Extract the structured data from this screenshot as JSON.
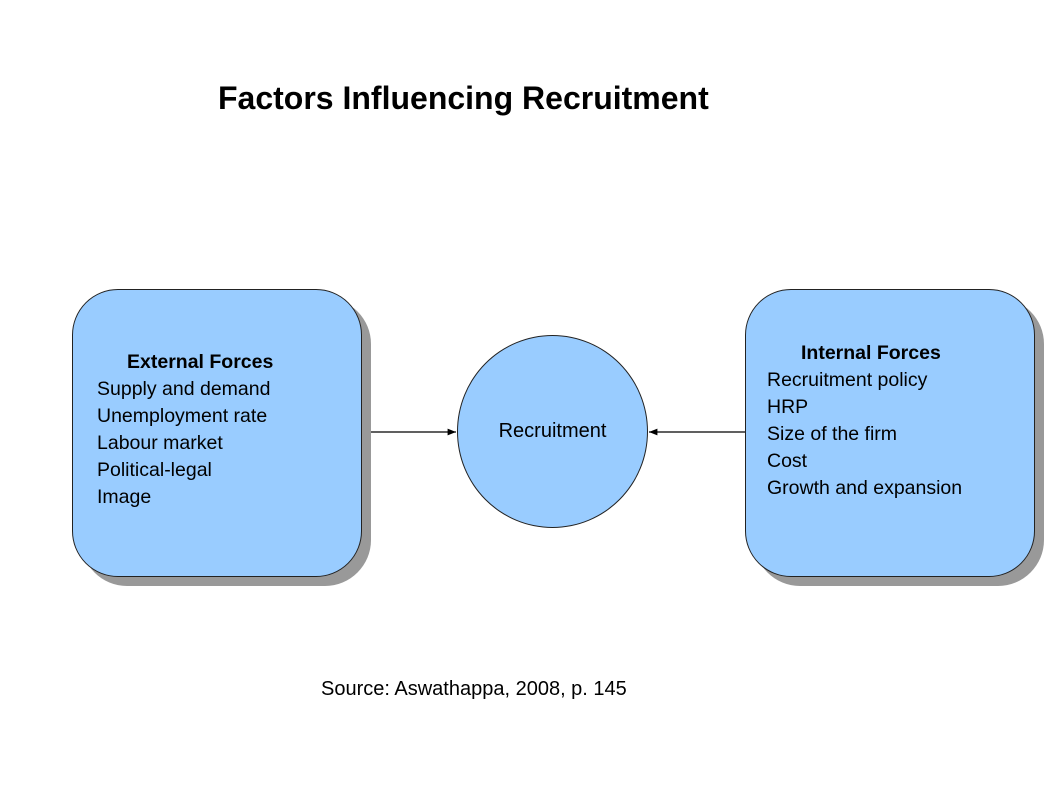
{
  "title": "Factors Influencing Recruitment",
  "external": {
    "heading": "External Forces",
    "items": [
      "Supply and demand",
      "Unemployment rate",
      "Labour market",
      "Political-legal",
      "Image"
    ]
  },
  "center": {
    "label": "Recruitment"
  },
  "internal": {
    "heading": "Internal Forces",
    "items": [
      "Recruitment policy",
      "HRP",
      "Size of the firm",
      "Cost",
      "Growth and expansion"
    ]
  },
  "source": "Source: Aswathappa, 2008, p. 145",
  "colors": {
    "node_fill": "#99ccff",
    "shadow": "#999999",
    "stroke": "#222222"
  }
}
